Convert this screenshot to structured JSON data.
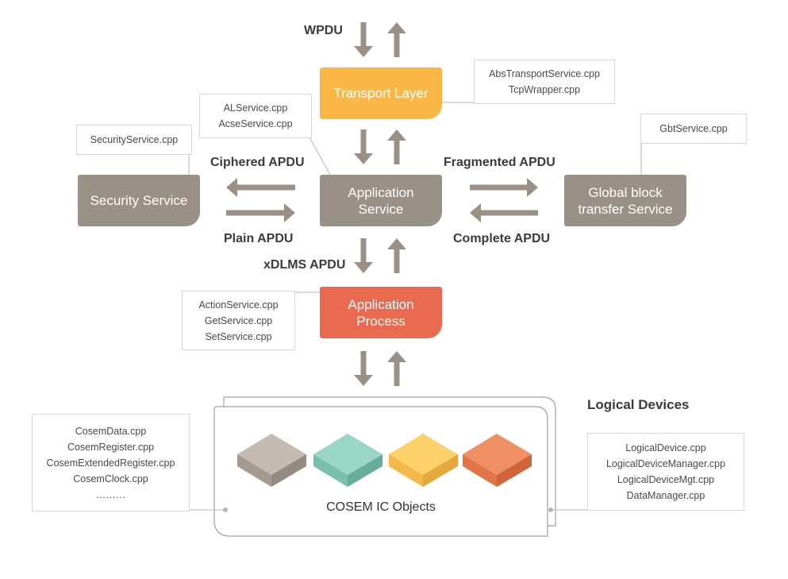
{
  "labels": {
    "wpdu": "WPDU",
    "ciphered_apdu": "Ciphered APDU",
    "plain_apdu": "Plain APDU",
    "fragmented_apdu": "Fragmented APDU",
    "complete_apdu": "Complete APDU",
    "xdlms_apdu": "xDLMS APDU",
    "logical_devices": "Logical Devices"
  },
  "boxes": {
    "transport_layer": "Transport Layer",
    "application_service": [
      "Application",
      "Service"
    ],
    "security_service": "Security Service",
    "global_block": [
      "Global block",
      "transfer Service"
    ],
    "application_process": [
      "Application",
      "Process"
    ],
    "cosem_ic_objects": "COSEM IC Objects"
  },
  "notes": {
    "transport": [
      "AbsTransportService.cpp",
      "TcpWrapper.cpp"
    ],
    "al": [
      "ALService.cpp",
      "AcseService.cpp"
    ],
    "security": [
      "SecurityService.cpp"
    ],
    "gbt": [
      "GbtService.cpp"
    ],
    "process": [
      "ActionService.cpp",
      "GetService.cpp",
      "SetService.cpp"
    ],
    "cosem": [
      "CosemData.cpp",
      "CosemRegister.cpp",
      "CosemExtendedRegister.cpp",
      "CosemClock.cpp",
      "………"
    ],
    "logical": [
      "LogicalDevice.cpp",
      "LogicalDeviceManager.cpp",
      "LogicalDeviceMgt.cpp",
      "DataManager.cpp"
    ]
  },
  "colors": {
    "grey_box": "#9b9085",
    "transport": "#fbb744",
    "process": "#e96a4f",
    "arrow": "#9b9085",
    "cube_grey": "#b8aca2",
    "cube_teal": "#8ccfbf",
    "cube_yellow": "#fcc95a",
    "cube_orange": "#ec8556"
  }
}
